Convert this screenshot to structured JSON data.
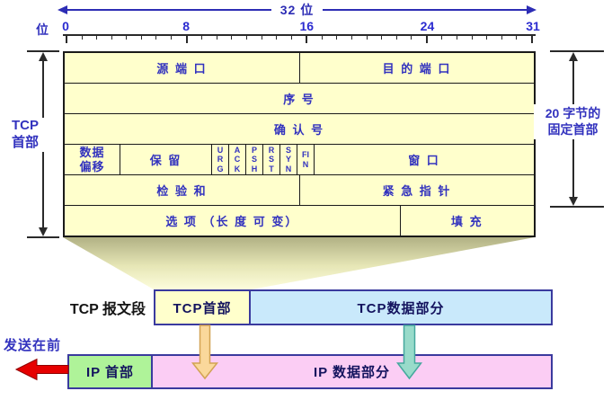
{
  "ruler": {
    "width_label": "32 位",
    "bit_label": "位",
    "ticks": [
      "0",
      "8",
      "16",
      "24",
      "31"
    ],
    "total_bits": 32
  },
  "table": {
    "source_port": "源 端 口",
    "dest_port": "目 的 端 口",
    "seq_no": "序  号",
    "ack_no": "确  认  号",
    "data_offset": "数据偏移",
    "reserved": "保  留",
    "flags": [
      "URG",
      "ACK",
      "PSH",
      "RST",
      "SYN",
      "FIN"
    ],
    "window": "窗  口",
    "checksum": "检 验 和",
    "urgent_ptr": "紧 急 指 针",
    "options": "选 项 （长 度 可 变）",
    "padding": "填  充"
  },
  "brackets": {
    "left_line1": "TCP",
    "left_line2": "首部",
    "right_line1": "20 字节的",
    "right_line2": "固定首部"
  },
  "segment": {
    "label": "TCP 报文段",
    "tcp_header": "TCP首部",
    "tcp_data": "TCP数据部分"
  },
  "ip": {
    "send_first": "发送在前",
    "ip_header": "IP 首部",
    "ip_data": "IP 数据部分"
  },
  "colors": {
    "blue_text": "#3232be",
    "table_bg": "#ffffcc",
    "tcp_data_bg": "#c9e9fb",
    "ip_header_bg": "#aff399",
    "ip_data_bg": "#fbcdf4",
    "box_border": "#3a3a9e",
    "red_arrow": "#e60000",
    "orange_arrow_fill": "#fad89b",
    "cyan_arrow_fill": "#98dbca"
  }
}
